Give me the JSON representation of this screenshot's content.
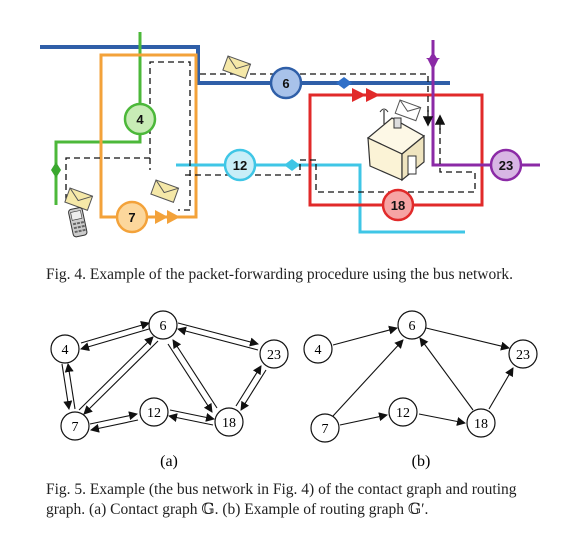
{
  "figure4": {
    "bus_labels": {
      "b6": "6",
      "b4": "4",
      "b12": "12",
      "b7": "7",
      "b18": "18",
      "b23": "23"
    },
    "caption": "Fig. 4.  Example of the packet-forwarding procedure using the bus network."
  },
  "figure5": {
    "graph_a": {
      "nodes": {
        "n4": "4",
        "n6": "6",
        "n23": "23",
        "n7": "7",
        "n12": "12",
        "n18": "18"
      },
      "sublabel": "(a)"
    },
    "graph_b": {
      "nodes": {
        "n4": "4",
        "n6": "6",
        "n23": "23",
        "n7": "7",
        "n12": "12",
        "n18": "18"
      },
      "sublabel": "(b)"
    },
    "caption": "Fig. 5.  Example (the bus network in Fig. 4) of the contact graph and routing graph. (a) Contact graph 𝔾. (b) Example of routing graph 𝔾′."
  }
}
